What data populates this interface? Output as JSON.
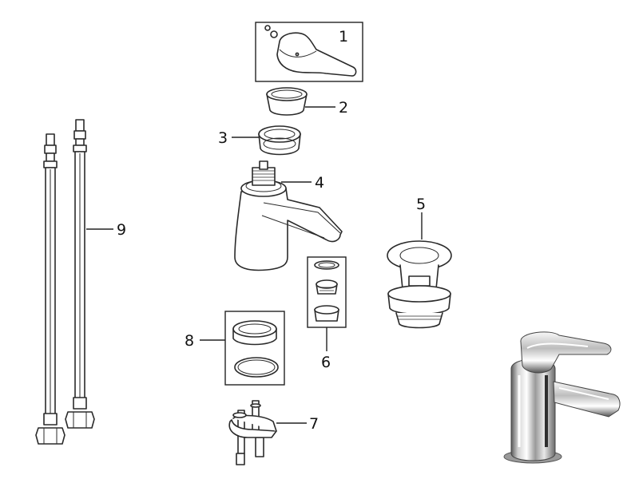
{
  "labels": {
    "p1": "1",
    "p2": "2",
    "p3": "3",
    "p4": "4",
    "p5": "5",
    "p6": "6",
    "p7": "7",
    "p8": "8",
    "p9": "9"
  },
  "colors": {
    "line": "#2a2a2a",
    "chrome_light": "#f2f2f2",
    "chrome_dark": "#3c3c3c"
  }
}
